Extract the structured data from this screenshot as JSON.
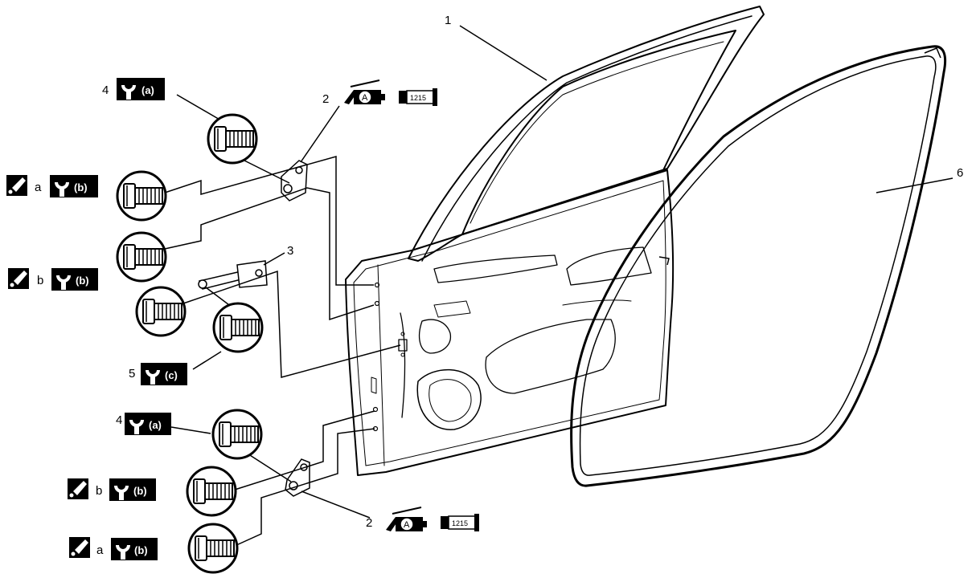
{
  "callouts": {
    "door_panel": "1",
    "hinge_top": "2",
    "hinge_bottom": "2",
    "door_check": "3",
    "bolt_upper": "4",
    "bolt_lower": "4",
    "check_bolt": "5",
    "weatherstrip": "6"
  },
  "torque_badges": {
    "upper_4": "(a)",
    "lower_4": "(a)",
    "upper_a": "(b)",
    "upper_b": "(b)",
    "check_5": "(c)",
    "lower_b": "(b)",
    "lower_a": "(b)"
  },
  "bolt_letters": {
    "upper_a": "a",
    "upper_b": "b",
    "lower_b": "b",
    "lower_a": "a"
  },
  "grease": {
    "top_symbol": "A",
    "top_code": "1215",
    "bottom_symbol": "A",
    "bottom_code": "1215"
  },
  "icons": [
    "torque-wrench-icon",
    "tighten-order-icon",
    "grease-gun-icon",
    "sealant-tube-icon",
    "bolt-icon"
  ]
}
